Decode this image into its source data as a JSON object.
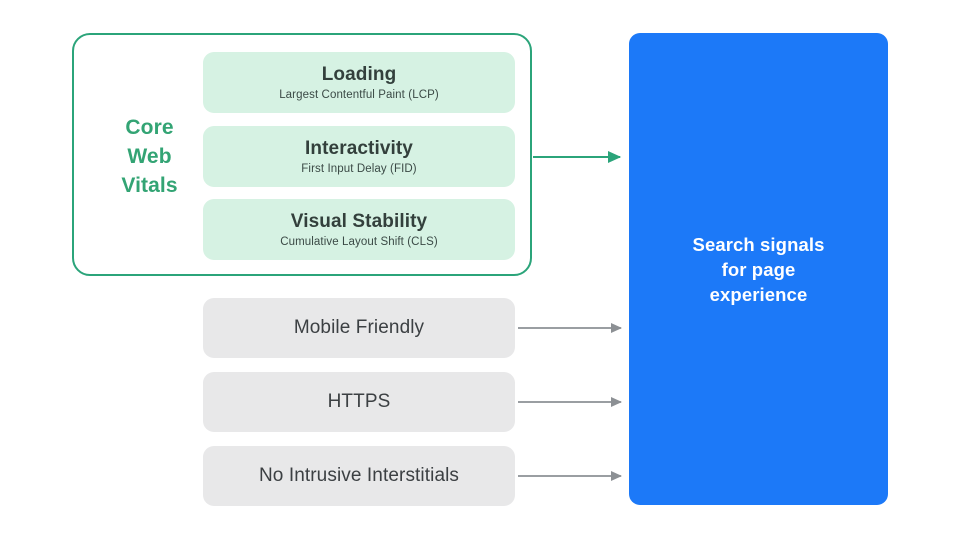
{
  "diagram": {
    "title": "Search signals for page experience",
    "background": "#FFFFFF",
    "colors": {
      "green_accent": "#2BA47A",
      "green_label": "#33A474",
      "green_card_fill": "#D6F2E3",
      "gray_card_fill": "#E8E8E9",
      "gray_arrow": "#8C9094",
      "blue_fill": "#1C79F8",
      "dark_text": "#3C4043"
    }
  },
  "core_web_vitals": {
    "group_label": "Core\nWeb\nVitals",
    "group_label_lines": [
      "Core",
      "Web",
      "Vitals"
    ],
    "cards": [
      {
        "title": "Loading",
        "subtitle": "Largest Contentful Paint (LCP)"
      },
      {
        "title": "Interactivity",
        "subtitle": "First Input Delay (FID)"
      },
      {
        "title": "Visual Stability",
        "subtitle": "Cumulative Layout Shift (CLS)"
      }
    ]
  },
  "other_signals": [
    {
      "label": "Mobile Friendly"
    },
    {
      "label": "HTTPS"
    },
    {
      "label": "No Intrusive Interstitials"
    }
  ],
  "destination": {
    "text": "Search signals\nfor page\nexperience"
  }
}
